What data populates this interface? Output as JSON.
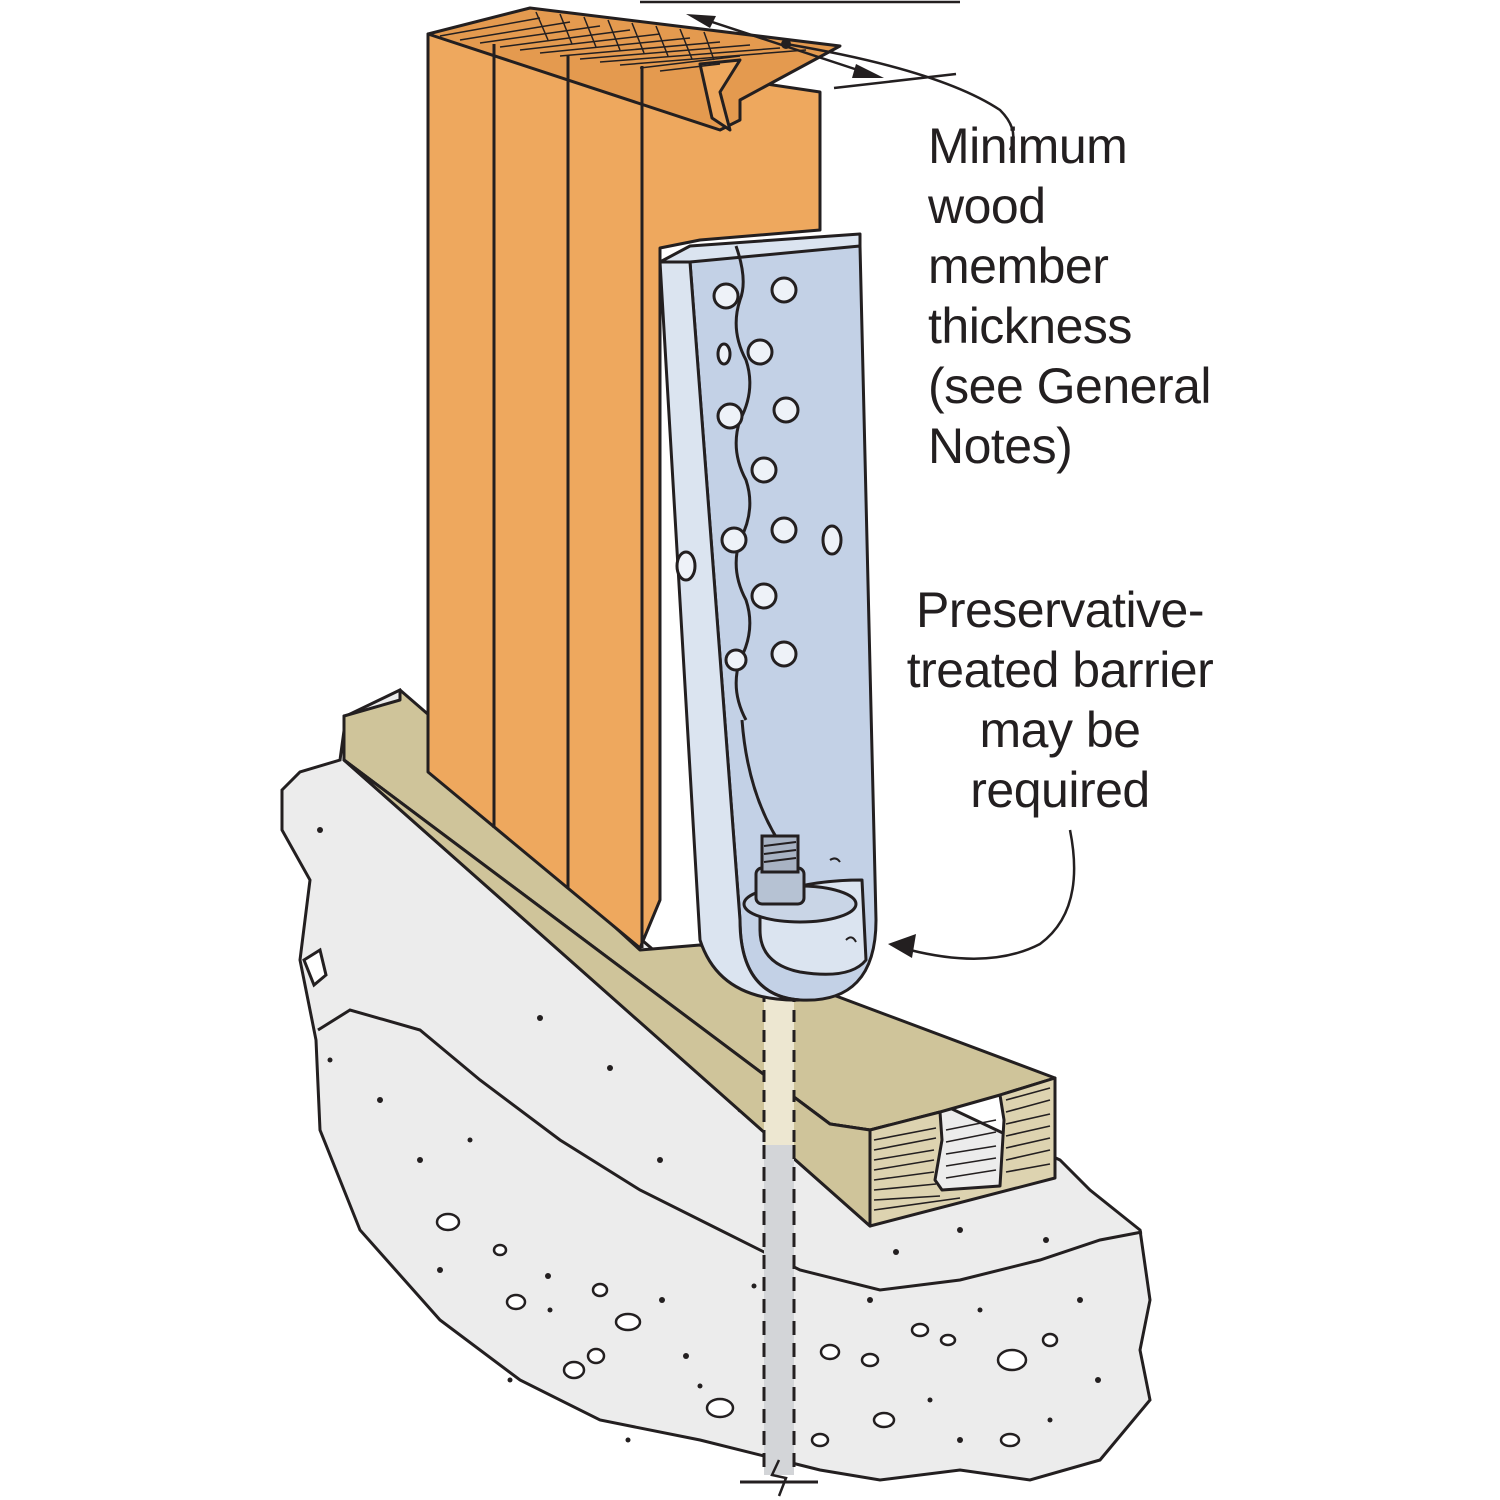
{
  "labels": {
    "thickness": {
      "lines": [
        "Minimum",
        "wood",
        "member",
        "thickness",
        "(see General",
        "Notes)"
      ]
    },
    "barrier": {
      "lines": [
        "Preservative-",
        "treated barrier",
        "may be",
        "required"
      ]
    }
  },
  "colors": {
    "wood_post": "#eea85e",
    "wood_post_top": "#e49a4f",
    "sill_plate": "#cfc49a",
    "sill_end": "#ddd3b0",
    "connector": "#c3d1e6",
    "connector_light": "#dbe4f0",
    "concrete": "#ececec",
    "anchor_rod": "#d3d5d8",
    "outline": "#231f20"
  },
  "icons": {
    "arrow": "arrowhead",
    "dimension": "double-arrow-dimension"
  }
}
